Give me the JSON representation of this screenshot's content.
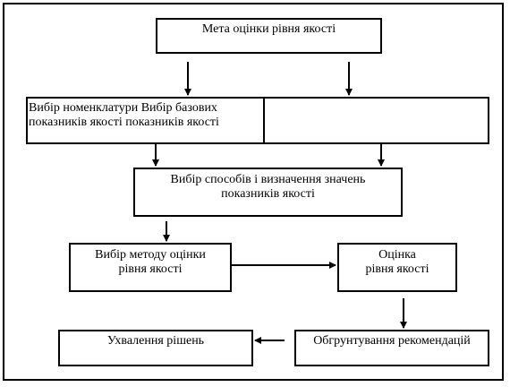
{
  "diagram": {
    "nodes": {
      "goal": {
        "label": "Мета оцінки рівня якості"
      },
      "select_nomenclature": {
        "label": "Вибір номенклатури Вибір базових\nпоказників якості показників якості"
      },
      "select_nomenclature_right": {
        "label": ""
      },
      "select_methods": {
        "label": "Вибір способів і визначення значень\nпоказників якості"
      },
      "select_method": {
        "label": "Вибір методу оцінки\nрівня якості"
      },
      "assessment": {
        "label": "Оцінка\nрівня якості"
      },
      "decision": {
        "label": "Ухвалення рішень"
      },
      "justification": {
        "label": "Обгрунтування рекомендацій"
      }
    },
    "edges": [
      {
        "from": "goal",
        "to": "select_nomenclature"
      },
      {
        "from": "goal",
        "to": "select_nomenclature_right"
      },
      {
        "from": "select_nomenclature",
        "to": "select_methods"
      },
      {
        "from": "select_nomenclature_right",
        "to": "select_methods"
      },
      {
        "from": "select_methods",
        "to": "select_method"
      },
      {
        "from": "select_method",
        "to": "assessment"
      },
      {
        "from": "assessment",
        "to": "justification"
      },
      {
        "from": "justification",
        "to": "decision"
      }
    ]
  }
}
